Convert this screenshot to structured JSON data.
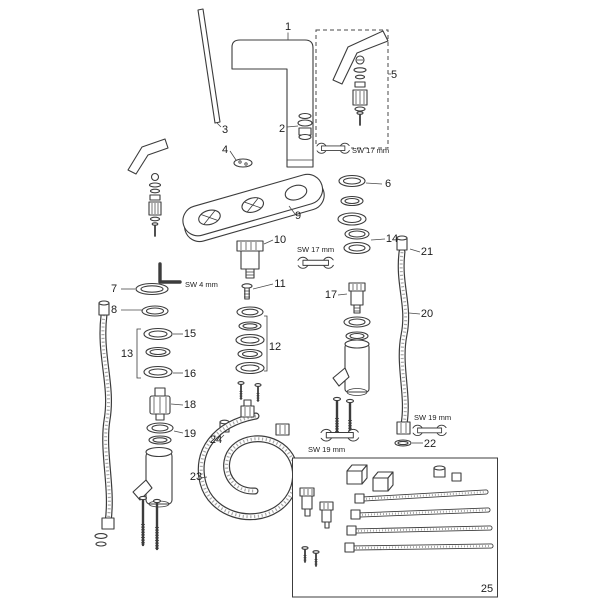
{
  "figure": {
    "type": "exploded-parts-diagram",
    "colors": {
      "background": "#ffffff",
      "line": "#3c3c3c"
    },
    "part_labels": [
      "1",
      "2",
      "3",
      "4",
      "5",
      "6",
      "7",
      "8",
      "9",
      "10",
      "11",
      "12",
      "13",
      "14",
      "15",
      "16",
      "17",
      "18",
      "19",
      "20",
      "21",
      "22",
      "23",
      "24",
      "25"
    ],
    "annotations": {
      "sw17_top": "SW 17 mm",
      "sw17_mid": "SW 17 mm",
      "sw4": "SW 4 mm",
      "sw19_center": "SW 19 mm",
      "sw19_right": "SW 19 mm"
    }
  }
}
